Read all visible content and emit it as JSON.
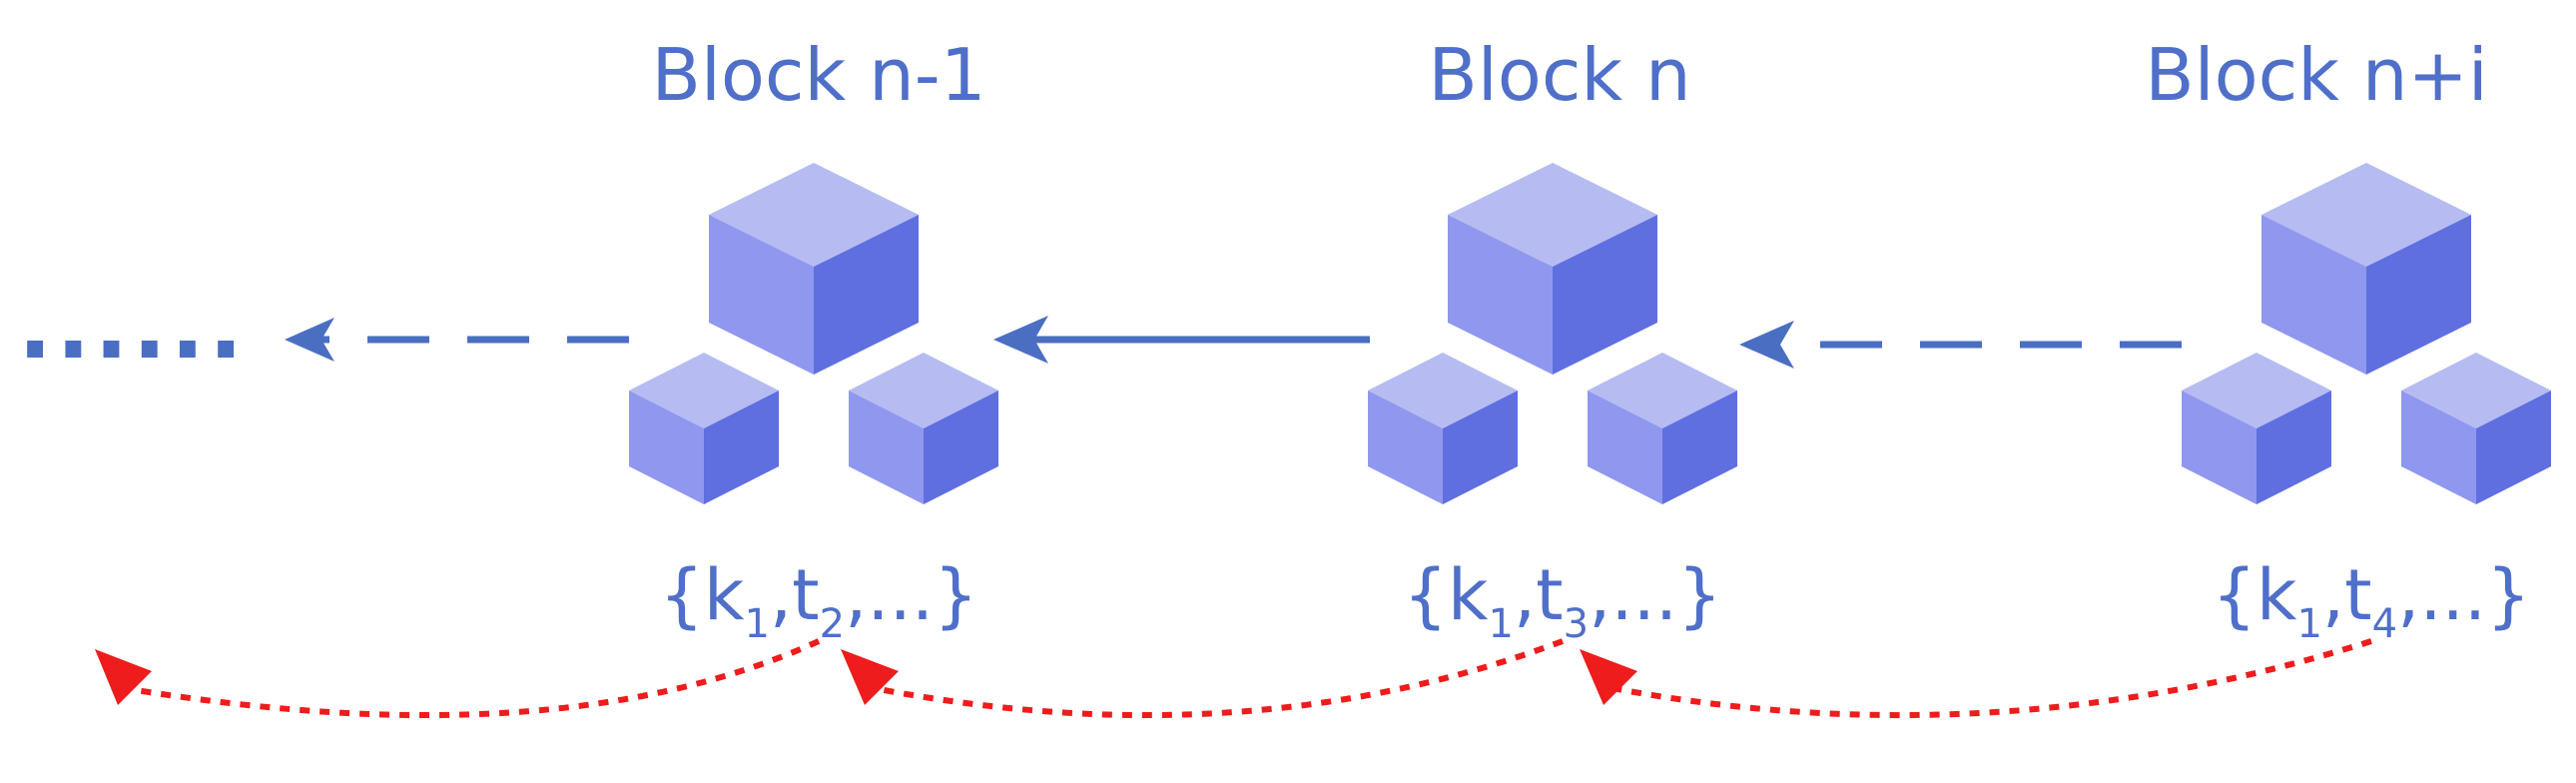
{
  "ellipsis": "......",
  "blocks": [
    {
      "title": "Block n-1",
      "set": {
        "open": "{",
        "k": "k",
        "k_sub": "1",
        "sep1": ",",
        "t": "t",
        "t_sub": "2",
        "rest": ",...}"
      }
    },
    {
      "title": "Block n",
      "set": {
        "open": "{",
        "k": "k",
        "k_sub": "1",
        "sep1": ",",
        "t": "t",
        "t_sub": "3",
        "rest": ",...}"
      }
    },
    {
      "title": "Block n+i",
      "set": {
        "open": "{",
        "k": "k",
        "k_sub": "1",
        "sep1": ",",
        "t": "t",
        "t_sub": "4",
        "rest": ",...}"
      }
    }
  ],
  "colors": {
    "text": "#4f6fc9",
    "chain_arrow": "#4a6ec2",
    "reference_arrow": "#ee1c1c",
    "cube_top": "#b6bcf2",
    "cube_left": "#8f98ee",
    "cube_right": "#5f6fe0",
    "connector": "#86e3f7"
  }
}
